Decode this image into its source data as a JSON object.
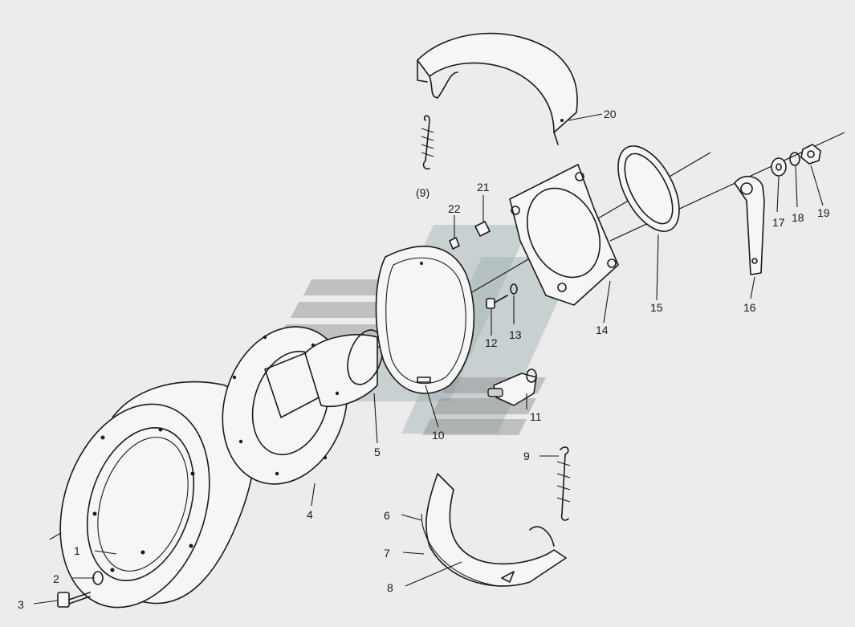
{
  "labels": {
    "l1": "1",
    "l2": "2",
    "l3": "3",
    "l4": "4",
    "l5": "5",
    "l6": "6",
    "l7": "7",
    "l8": "8",
    "l9": "9",
    "l9p": "(9)",
    "l10": "10",
    "l11": "11",
    "l12": "12",
    "l13": "13",
    "l14": "14",
    "l15": "15",
    "l16": "16",
    "l17": "17",
    "l18": "18",
    "l19": "19",
    "l20": "20",
    "l21": "21",
    "l22": "22"
  }
}
